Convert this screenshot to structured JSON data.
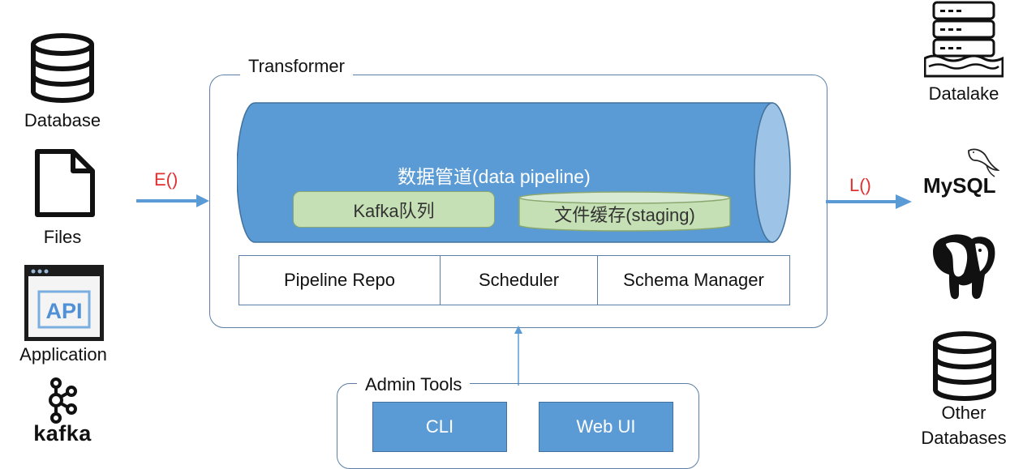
{
  "sources": {
    "database_label": "Database",
    "files_label": "Files",
    "application_label": "Application",
    "api_text": "API",
    "kafka_label": "kafka"
  },
  "arrows": {
    "extract_label": "E()",
    "load_label": "L()"
  },
  "transformer": {
    "title": "Transformer",
    "pipeline_title": "数据管道(data pipeline)",
    "kafka_queue": "Kafka队列",
    "file_cache": "文件缓存(staging)",
    "modules": [
      "Pipeline Repo",
      "Scheduler",
      "Schema Manager"
    ]
  },
  "admin": {
    "title": "Admin Tools",
    "cli": "CLI",
    "web_ui": "Web UI"
  },
  "targets": {
    "datalake_label": "Datalake",
    "mysql_label": "MySQL",
    "other_label_line1": "Other",
    "other_label_line2": "Databases"
  },
  "colors": {
    "pipe_blue": "#5b9bd5",
    "green_fill": "#c5e0b4",
    "arrow_blue": "#5b9bd5",
    "arrow_label_red": "#e03030",
    "frame_border": "#5b7fa6"
  },
  "icons": [
    "database-icon",
    "file-icon",
    "api-window-icon",
    "kafka-icon",
    "datalake-icon",
    "mysql-dolphin-icon",
    "postgresql-elephant-icon",
    "other-database-icon"
  ]
}
